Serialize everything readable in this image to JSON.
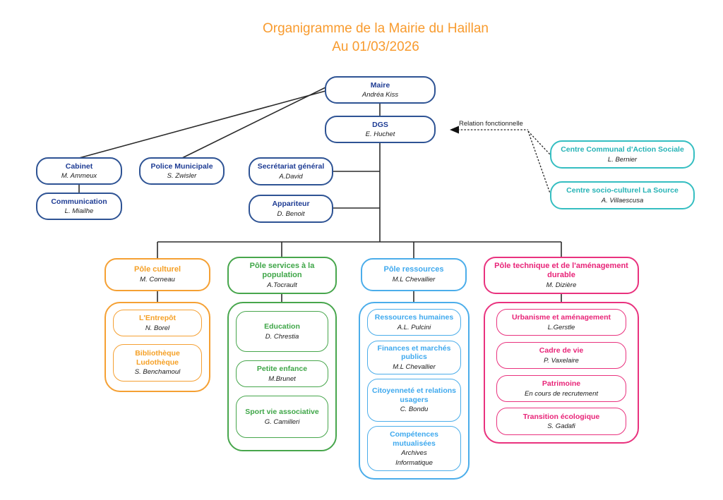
{
  "title": {
    "line1": "Organigramme de la Mairie du Haillan",
    "line2": "Au 01/03/2026"
  },
  "legend": {
    "relation_label": "Relation fonctionnelle"
  },
  "colors": {
    "title_orange": "#F89B2E",
    "navy": "#2E5394",
    "teal": "#35BEC1",
    "orange": "#F5A033",
    "green": "#47A64C",
    "blue": "#4BADEA",
    "pink": "#E9327E",
    "line": "#2b2b2b"
  },
  "nodes": {
    "maire": {
      "title": "Maire",
      "name": "Andréa Kiss"
    },
    "dgs": {
      "title": "DGS",
      "name": "E. Huchet"
    },
    "cabinet": {
      "title": "Cabinet",
      "name": "M. Ammeux"
    },
    "police": {
      "title": "Police Municipale",
      "name": "S. Zwisler"
    },
    "communication": {
      "title": "Communication",
      "name": "L. Miailhe"
    },
    "secretariat": {
      "title": "Secrétariat général",
      "name": "A.David"
    },
    "appariteur": {
      "title": "Appariteur",
      "name": "D. Benoit"
    },
    "ccas": {
      "title": "Centre Communal d'Action Sociale",
      "name": "L. Bernier"
    },
    "la_source": {
      "title": "Centre socio-culturel La Source",
      "name": "A. Villaescusa"
    },
    "pole_culturel": {
      "title": "Pôle culturel",
      "name": "M. Corneau"
    },
    "entrepot": {
      "title": "L'Entrepôt",
      "name": "N. Borel"
    },
    "bibliotheque": {
      "title": "Bibliothèque Ludothèque",
      "name": "S. Benchamoul"
    },
    "pole_services": {
      "title": "Pôle services à la population",
      "name": "A.Tocrault"
    },
    "education": {
      "title": "Education",
      "name": "D. Chrestia"
    },
    "petite_enfance": {
      "title": "Petite enfance",
      "name": "M.Brunet"
    },
    "sport": {
      "title": "Sport vie associative",
      "name": "G. Camilleri"
    },
    "pole_ressources": {
      "title": "Pôle ressources",
      "name": "M.L Chevallier"
    },
    "rh": {
      "title": "Ressources humaines",
      "name": "A.L. Pulcini"
    },
    "finances": {
      "title": "Finances et marchés publics",
      "name": "M.L Chevallier"
    },
    "citoyennete": {
      "title": "Citoyenneté et relations usagers",
      "name": "C. Bondu"
    },
    "competences": {
      "title": "Compétences mutualisées",
      "sub1": "Archives",
      "sub2": "Informatique"
    },
    "pole_technique": {
      "title": "Pôle technique et de l'aménagement durable",
      "name": "M. Dizière"
    },
    "urbanisme": {
      "title": "Urbanisme et aménagement",
      "name": "L.Gerstle"
    },
    "cadre_de_vie": {
      "title": "Cadre de vie",
      "name": "P. Vaxelaire"
    },
    "patrimoine": {
      "title": "Patrimoine",
      "name": "En cours de recrutement"
    },
    "transition": {
      "title": "Transition écologique",
      "name": "S. Gadafi"
    }
  }
}
